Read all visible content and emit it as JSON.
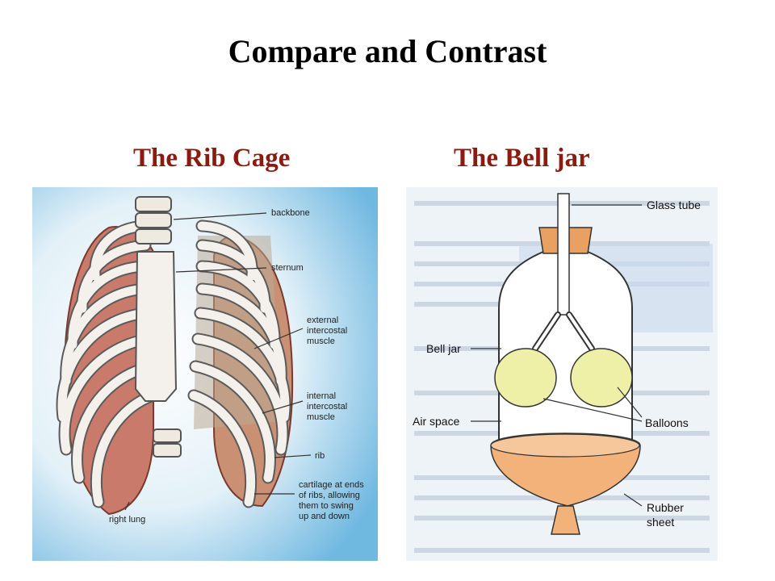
{
  "title": "Compare and Contrast",
  "left": {
    "heading": "The Rib Cage",
    "labels": {
      "backbone": "backbone",
      "sternum": "sternum",
      "external": [
        "external",
        "intercostal",
        "muscle"
      ],
      "internal": [
        "internal",
        "intercostal",
        "muscle"
      ],
      "rib": "rib",
      "cartilage": [
        "cartilage at ends",
        "of ribs, allowing",
        "them to swing",
        "up and down"
      ],
      "right_lung": "right lung"
    }
  },
  "right": {
    "heading": "The Bell jar",
    "labels": {
      "glass_tube": "Glass tube",
      "bell_jar": "Bell jar",
      "air_space": "Air space",
      "balloons": "Balloons",
      "rubber_sheet": [
        "Rubber",
        "sheet"
      ]
    }
  },
  "colors": {
    "heading_red": "#8b1a10",
    "lung": "#c97a6a",
    "bone": "#f4f1ec",
    "cork": "#e9a060",
    "balloon": "#eef0a8",
    "rubber": "#f3b27a"
  }
}
